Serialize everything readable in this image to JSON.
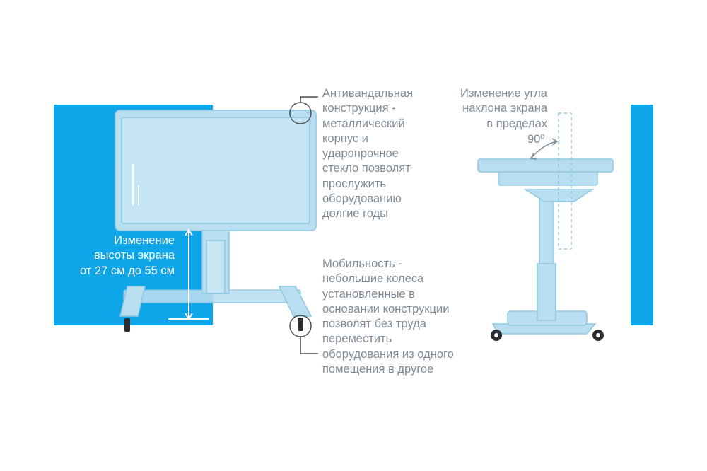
{
  "colors": {
    "accent": "#0ea5e9",
    "device": "#b9def0",
    "device_edge": "#8fc7e2",
    "text": "#7f8b96"
  },
  "features": {
    "height": {
      "lines": [
        "Изменение",
        "высоты экрана",
        "от 27 см до 55 см"
      ]
    },
    "vandal": {
      "lines": [
        "Антивандальная",
        "конструкция -",
        "металлический",
        "корпус и",
        "ударопрочное",
        "стекло позволят",
        "прослужить",
        "оборудованию",
        "долгие годы"
      ]
    },
    "mobility": {
      "lines": [
        "Мобильность -",
        "небольшие колеса",
        "установленные в",
        "основании конструкции",
        "позволят без труда",
        "переместить",
        "оборудования из одного",
        "помещения в другое"
      ]
    },
    "tilt": {
      "lines": [
        "Изменение угла",
        "наклона экрана",
        "в пределах"
      ],
      "angle": "90º"
    }
  },
  "icons": {
    "height_arrow": "double-arrow-vertical-icon",
    "callout": "circle-callout-icon",
    "angle_arc": "curved-arrow-icon"
  }
}
